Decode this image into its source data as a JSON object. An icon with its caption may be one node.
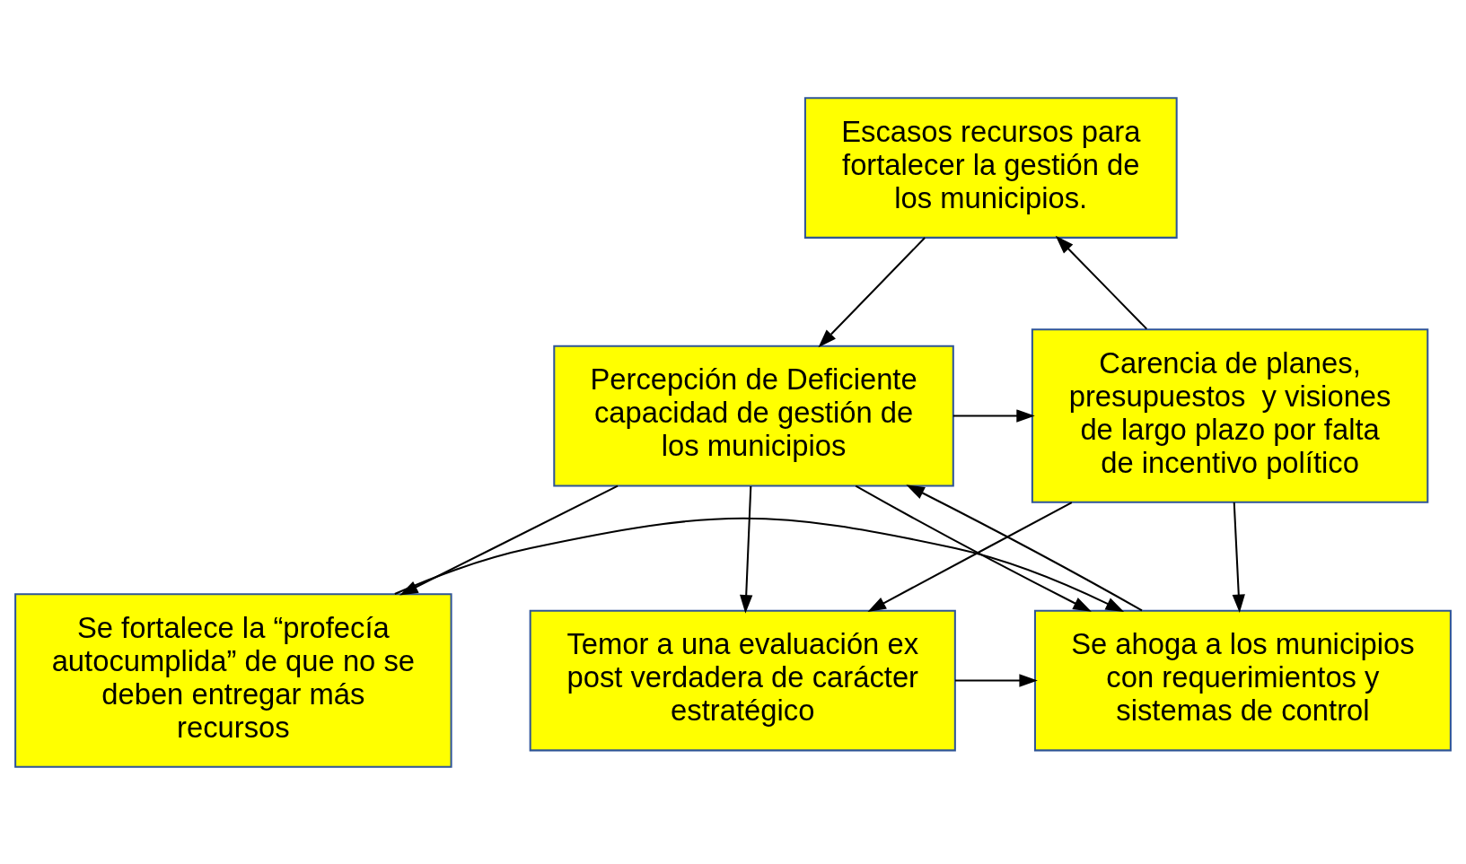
{
  "diagram": {
    "nodes": [
      {
        "text": [
          "Escasos recursos para fortalecer la gestión de los municipios."
        ]
      },
      {
        "text": [
          "Carencia de planes, presupuestos  y visiones de largo plazo por falta de incentivo político"
        ]
      },
      {
        "text": [
          "Percepción de Deficiente capacidad de gestión de los municipios"
        ]
      },
      {
        "text": [
          "Se ahoga a los municipios con requerimientos y sistemas de control"
        ]
      },
      {
        "text": [
          "Se fortalece la “profecía autocumplida” de que no se deben entregar más recursos"
        ]
      },
      {
        "text": [
          "Temor a una evaluación ex post verdadera de carácter estratégico"
        ]
      }
    ],
    "edges": [
      {
        "from": 1,
        "to": 0,
        "arrow": "to"
      },
      {
        "from": 0,
        "to": 2,
        "arrow": "to"
      },
      {
        "from": 2,
        "to": 1,
        "arrow": "to"
      },
      {
        "from": 1,
        "to": 3,
        "arrow": "to"
      },
      {
        "from": 3,
        "to": 2,
        "arrow": "to"
      },
      {
        "from": 2,
        "to": 3,
        "arrow": "to"
      },
      {
        "from": 2,
        "to": 4,
        "arrow": "to"
      },
      {
        "from": 2,
        "to": 5,
        "arrow": "to"
      },
      {
        "from": 4,
        "to": 3,
        "arrow": "to"
      },
      {
        "from": 5,
        "to": 3,
        "arrow": "to"
      },
      {
        "from": 1,
        "to": 5,
        "arrow": "to"
      }
    ]
  }
}
